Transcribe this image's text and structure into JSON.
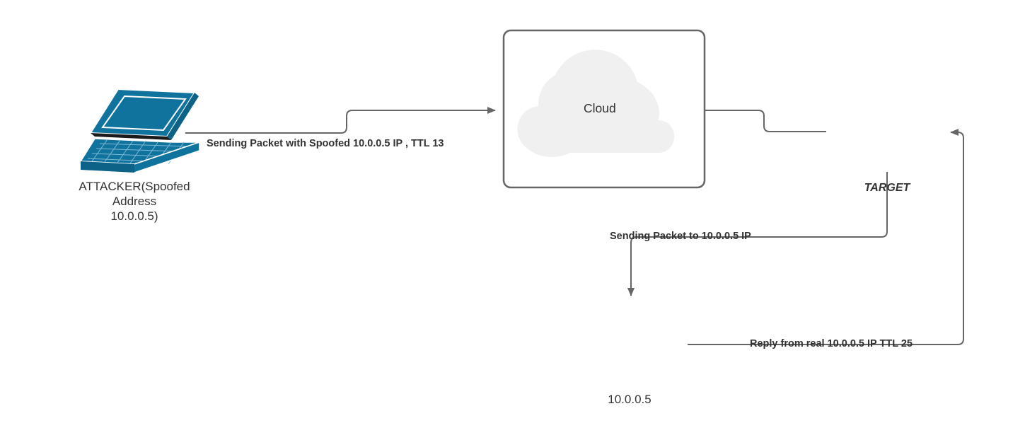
{
  "diagram": {
    "title": "IP Spoofing TTL Analysis Network Diagram",
    "background_color": "#ffffff",
    "line_color": "#666666",
    "text_color": "#333333",
    "attacker_device_color": "#10739E",
    "host_device_color": "#2A3080",
    "cloud_fill_color": "#F0F0F0"
  },
  "nodes": {
    "attacker": {
      "icon": "laptop-isometric-icon",
      "label": "ATTACKER(Spoofed\nAddress\n10.0.0.5)",
      "color": "#10739E"
    },
    "cloud": {
      "icon": "cloud-icon",
      "label": "Cloud",
      "container": "rounded-rectangle"
    },
    "target": {
      "icon": "laptop-icon",
      "label": "TARGET",
      "color": "#2A3080"
    },
    "victim": {
      "icon": "laptop-icon",
      "label": "10.0.0.5",
      "color": "#2A3080"
    }
  },
  "edges": [
    {
      "id": "attacker-to-cloud",
      "label": "Sending Packet with Spoofed 10.0.0.5 IP , TTL 13",
      "from": "attacker",
      "to": "cloud",
      "arrow": "end"
    },
    {
      "id": "cloud-to-target",
      "label": "",
      "from": "cloud",
      "to": "target",
      "arrow": "none"
    },
    {
      "id": "target-to-victim",
      "label": "Sending Packet to 10.0.0.5 IP",
      "from": "target",
      "to": "victim",
      "arrow": "end"
    },
    {
      "id": "victim-to-target",
      "label": "Reply from real 10.0.0.5 IP TTL 25",
      "from": "victim",
      "to": "target",
      "arrow": "end"
    }
  ]
}
